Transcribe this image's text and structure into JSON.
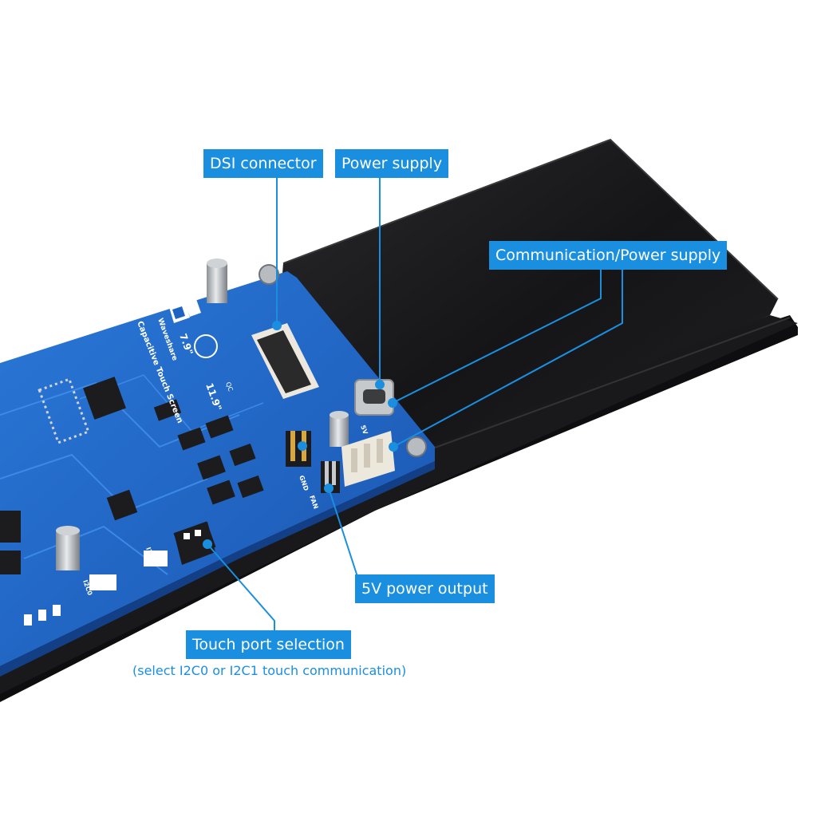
{
  "labels": {
    "dsi_connector": "DSI connector",
    "power_supply": "Power supply",
    "comm_power": "Communication/Power supply",
    "power_output": "5V power output",
    "touch_port": "Touch port selection",
    "touch_port_note": "(select I2C0 or I2C1 touch communication)"
  },
  "board_text": {
    "brand": "Waveshare",
    "size_a": "7.9\"",
    "product": "Capacitive Touch Screen",
    "size_b": "11.9\"",
    "pin_gnd": "GND",
    "pin_5v": "5V",
    "pin_fan": "FAN",
    "i2c0": "I2C0",
    "i2c1": "I2C1",
    "qc": "QC"
  },
  "colors": {
    "callout_bg": "#1a8fe0",
    "callout_text": "#ffffff",
    "leader_line": "#1a8fe0",
    "board": "#1e63c4",
    "display_back": "#1b1b1d"
  },
  "icons": {
    "logo": "waveshare-logo-icon"
  }
}
